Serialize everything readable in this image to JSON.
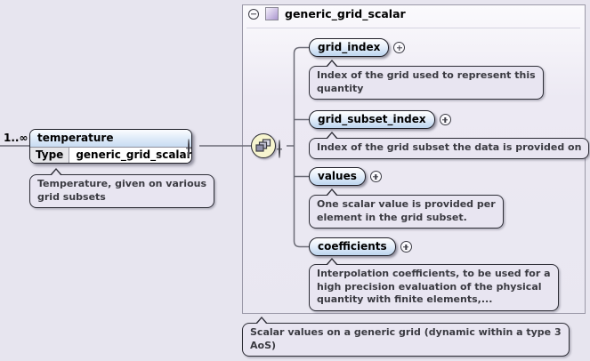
{
  "colors": {
    "page_background": "#e7e5ef",
    "pill_blue": "#bdd5ef",
    "callout_lavender": "#e8e5f1",
    "sequence_yellow": "#f7f5cf",
    "type_icon_purple": "#ab97d0"
  },
  "root_element": {
    "cardinality": "1..∞",
    "name": "temperature",
    "type_label": "Type",
    "type_value": "generic_grid_scalar",
    "annotation": "Temperature, given on various\ngrid subsets"
  },
  "type_panel": {
    "title": "generic_grid_scalar",
    "annotation": "Scalar values on a generic grid (dynamic within a type 3\nAoS)",
    "children": [
      {
        "name": "grid_index",
        "annotation": "Index of the grid used to represent this\nquantity"
      },
      {
        "name": "grid_subset_index",
        "annotation": "Index of the grid subset the data is provided on"
      },
      {
        "name": "values",
        "annotation": "One scalar value is provided per\nelement in the grid subset."
      },
      {
        "name": "coefficients",
        "annotation": "Interpolation coefficients, to be used for a\nhigh precision evaluation of the physical\nquantity with finite elements,..."
      }
    ]
  }
}
